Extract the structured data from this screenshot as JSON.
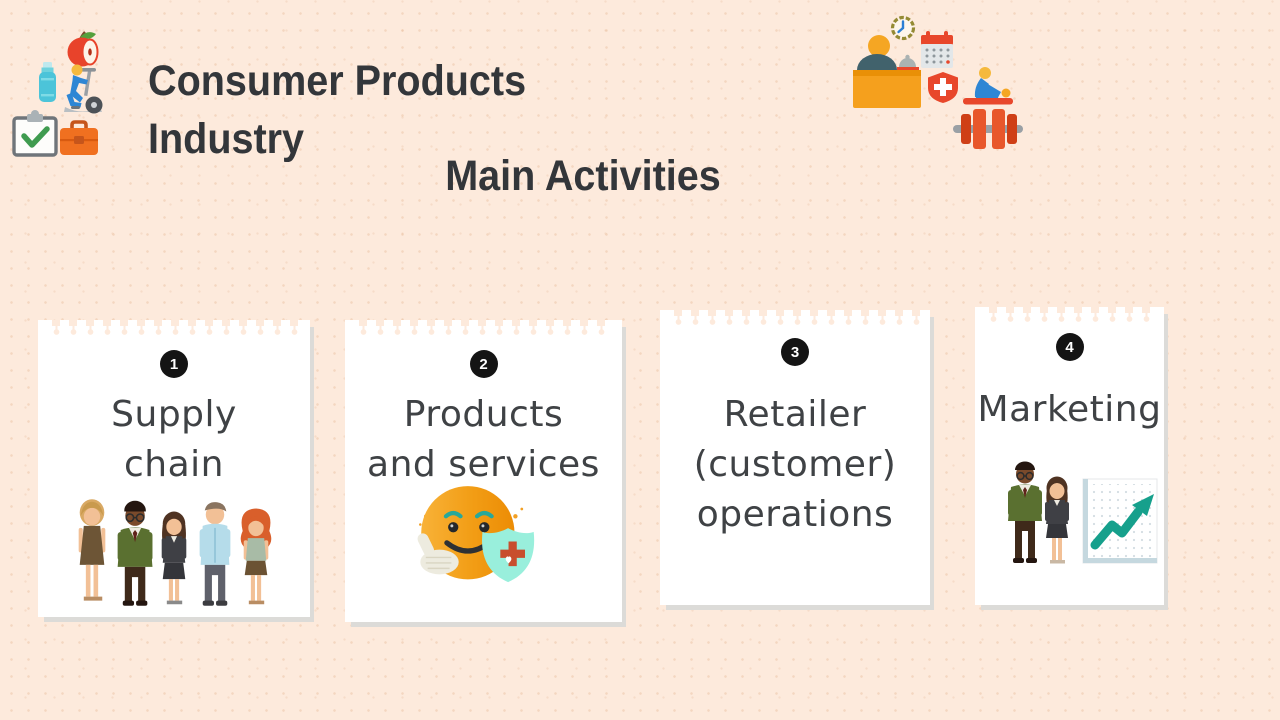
{
  "slide": {
    "title_line1": "Consumer Products",
    "title_line2": "Industry",
    "subtitle": "Main Activities"
  },
  "cards": [
    {
      "number": "1",
      "lines": [
        "Supply",
        "chain"
      ],
      "illustration": "business-team-of-five-people"
    },
    {
      "number": "2",
      "lines": [
        "Products",
        "and services"
      ],
      "illustration": "thumbs-up-emoji-with-health-shield"
    },
    {
      "number": "3",
      "lines": [
        "Retailer",
        "(customer)",
        "operations"
      ],
      "illustration": ""
    },
    {
      "number": "4",
      "lines": [
        "Marketing"
      ],
      "illustration": "two-presenters-with-growth-chart"
    }
  ],
  "decorations": {
    "top_left_icons": [
      "apple",
      "water-bottle",
      "elliptical-trainer",
      "clipboard-check",
      "briefcase"
    ],
    "top_right_icons": [
      "wall-clock",
      "calendar",
      "reception-counter",
      "first-aid-badge",
      "massage",
      "dumbbell"
    ]
  },
  "colors": {
    "background": "#fdeadc",
    "card": "#ffffff",
    "badge": "#141414",
    "heading_text": "#33363a",
    "card_text": "#3f4245",
    "accent_orange": "#f5a01d",
    "accent_red": "#e8472b",
    "accent_teal": "#19a38c"
  }
}
